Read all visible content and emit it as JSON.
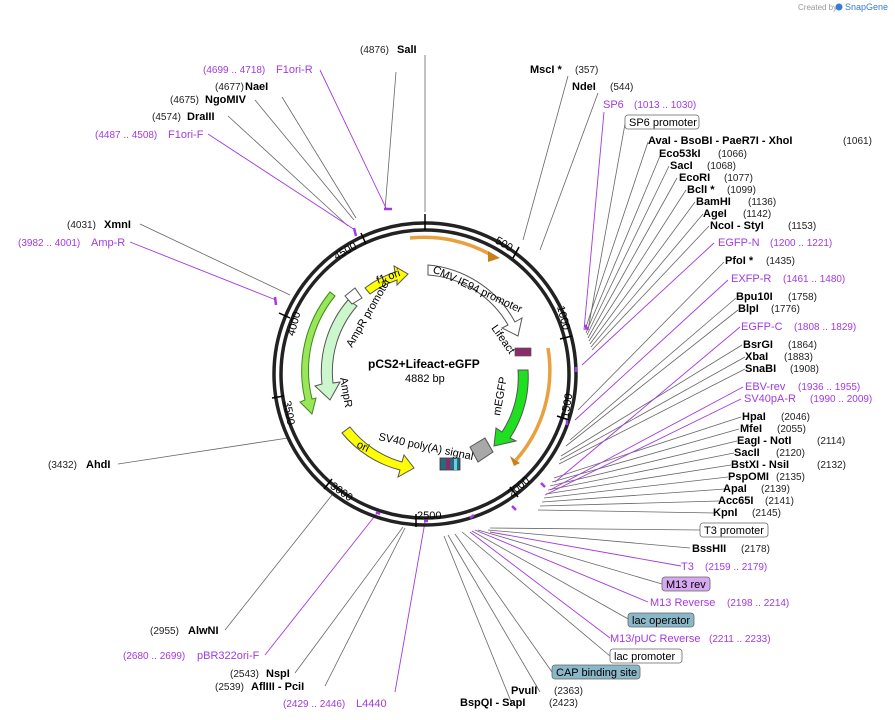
{
  "credit": {
    "prefix": "Created by",
    "brand": "SnapGene"
  },
  "plasmid": {
    "name": "pCS2+Lifeact-eGFP",
    "size": "4882 bp"
  },
  "ticks": [
    "500",
    "1000",
    "1500",
    "2000",
    "2500",
    "3000",
    "3500",
    "4000",
    "4500"
  ],
  "features": {
    "cmv": "CMV IE94 promoter",
    "lifeact": "Lifeact",
    "megfp": "mEGFP",
    "sv40": "SV40 poly(A) signal",
    "ori": "ori",
    "ampr": "AmpR",
    "ampr_promoter": "AmpR promoter",
    "f1ori": "f1 ori"
  },
  "sites_left": [
    {
      "pos": "(4876)",
      "name": "SalI"
    },
    {
      "pos": "(4677)",
      "name": "NaeI"
    },
    {
      "pos": "(4675)",
      "name": "NgoMIV"
    },
    {
      "pos": "(4574)",
      "name": "DraIII"
    },
    {
      "pos": "(4031)",
      "name": "XmnI"
    },
    {
      "pos": "(3432)",
      "name": "AhdI"
    },
    {
      "pos": "(2955)",
      "name": "AlwNI"
    },
    {
      "pos": "(2543)",
      "name": "NspI"
    },
    {
      "pos": "(2539)",
      "name": "AflIII  - PciI"
    }
  ],
  "primers_left": [
    {
      "range": "(4699 .. 4718)",
      "name": "F1ori-R"
    },
    {
      "range": "(4487 .. 4508)",
      "name": "F1ori-F"
    },
    {
      "range": "(3982 .. 4001)",
      "name": "Amp-R"
    },
    {
      "range": "(2680 .. 2699)",
      "name": "pBR322ori-F"
    },
    {
      "range": "(2429 .. 2446)",
      "name": "L4440"
    }
  ],
  "sites_right": [
    {
      "name": "MscI *",
      "pos": "(357)"
    },
    {
      "name": "NdeI",
      "pos": "(544)"
    },
    {
      "name": "AvaI   - BsoBI   - PaeR7I   - XhoI",
      "pos": "(1061)"
    },
    {
      "name": "Eco53kI",
      "pos": "(1066)"
    },
    {
      "name": "SacI",
      "pos": "(1068)"
    },
    {
      "name": "EcoRI",
      "pos": "(1077)"
    },
    {
      "name": "BclI *",
      "pos": "(1099)"
    },
    {
      "name": "BamHI",
      "pos": "(1136)"
    },
    {
      "name": "AgeI",
      "pos": "(1142)"
    },
    {
      "name": "NcoI   - StyI",
      "pos": "(1153)"
    },
    {
      "name": "PfoI *",
      "pos": "(1435)"
    },
    {
      "name": "Bpu10I",
      "pos": "(1758)"
    },
    {
      "name": "BlpI",
      "pos": "(1776)"
    },
    {
      "name": "BsrGI",
      "pos": "(1864)"
    },
    {
      "name": "XbaI",
      "pos": "(1883)"
    },
    {
      "name": "SnaBI",
      "pos": "(1908)"
    },
    {
      "name": "HpaI",
      "pos": "(2046)"
    },
    {
      "name": "MfeI",
      "pos": "(2055)"
    },
    {
      "name": "EagI   - NotI",
      "pos": "(2114)"
    },
    {
      "name": "SacII",
      "pos": "(2120)"
    },
    {
      "name": "BstXI   - NsiI",
      "pos": "(2132)"
    },
    {
      "name": "PspOMI",
      "pos": "(2135)"
    },
    {
      "name": "ApaI",
      "pos": "(2139)"
    },
    {
      "name": "Acc65I",
      "pos": "(2141)"
    },
    {
      "name": "KpnI",
      "pos": "(2145)"
    },
    {
      "name": "BssHII",
      "pos": "(2178)"
    },
    {
      "name": "PvuII",
      "pos": "(2363)"
    },
    {
      "name": "BspQI   - SapI",
      "pos": "(2423)"
    }
  ],
  "primers_right": [
    {
      "name": "SP6",
      "range": "(1013 .. 1030)"
    },
    {
      "name": "EGFP-N",
      "range": "(1200 .. 1221)"
    },
    {
      "name": "EXFP-R",
      "range": "(1461 .. 1480)"
    },
    {
      "name": "EGFP-C",
      "range": "(1808 .. 1829)"
    },
    {
      "name": "EBV-rev",
      "range": "(1936 .. 1955)"
    },
    {
      "name": "SV40pA-R",
      "range": "(1990 .. 2009)"
    },
    {
      "name": "T3",
      "range": "(2159 .. 2179)"
    },
    {
      "name": "M13 Reverse",
      "range": "(2198 .. 2214)"
    },
    {
      "name": "M13/pUC Reverse",
      "range": "(2211 .. 2233)"
    }
  ],
  "boxes": {
    "sp6_promoter": "SP6 promoter",
    "t3_promoter": "T3 promoter",
    "m13_rev": "M13 rev",
    "lac_operator": "lac operator",
    "lac_promoter": "lac promoter",
    "cap_site": "CAP binding site"
  },
  "colors": {
    "primer": "#a23ae0",
    "feature_yellow": "#ffff00",
    "feature_green": "#1fe01f",
    "feature_lightgreen": "#ccf7cc",
    "feature_white": "#ffffff",
    "feature_grey": "#a8a8a8",
    "orange_arc": "#e8a040",
    "box_teal": "#8ab8c8",
    "box_violet": "#d6a8f0"
  }
}
